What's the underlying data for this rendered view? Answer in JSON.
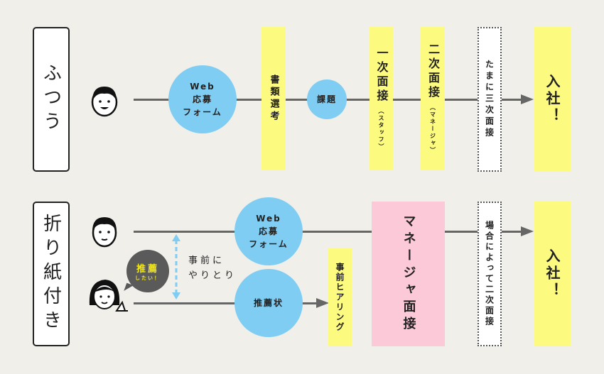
{
  "rows": {
    "normal": {
      "label": "ふつう",
      "web_form": [
        "Web",
        "応募",
        "フォーム"
      ],
      "document_screening": "書類選考",
      "assignment": "課題",
      "first_interview": "一次面接",
      "first_interview_note": "（スタッフ）",
      "second_interview": "二次面接",
      "second_interview_note": "（マネージャ）",
      "third_interview": "たまに三次面接",
      "hired": "入社！"
    },
    "referral": {
      "label": "折り紙付き",
      "web_form": [
        "Web",
        "応募",
        "フォーム"
      ],
      "bubble_main": "推薦",
      "bubble_sub": "したい！",
      "exchange": [
        "事前に",
        "やりとり"
      ],
      "recommendation_letter": "推薦状",
      "pre_hearing": "事前ヒアリング",
      "manager_interview": "マネージャ面接",
      "second_interview_maybe": "場合によって二次面接",
      "hired": "入社！"
    }
  },
  "colors": {
    "yellow": "#fdfb7f",
    "blue": "#7fcdf3",
    "pink": "#fcc9d8",
    "bubble": "#5a5a5a",
    "bubble_text": "#f3e81e"
  }
}
